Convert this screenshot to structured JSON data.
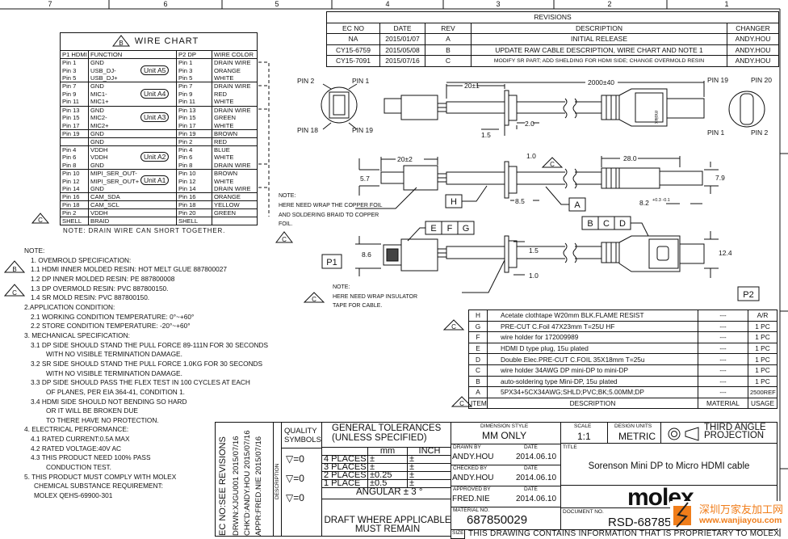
{
  "zones": {
    "top": [
      "7",
      "6",
      "5",
      "4",
      "3",
      "2",
      "1"
    ]
  },
  "revisions": {
    "title": "REVISIONS",
    "headers": [
      "EC NO",
      "DATE",
      "REV",
      "DESCRIPTION",
      "CHANGER"
    ],
    "rows": [
      [
        "NA",
        "2015/01/07",
        "A",
        "INITIAL RELEASE",
        "ANDY.HOU"
      ],
      [
        "CY15-6759",
        "2015/05/08",
        "B",
        "UPDATE RAW CABLE DESCRIPTION, WIRE CHART AND NOTE 1",
        "ANDY.HOU"
      ],
      [
        "CY15-7091",
        "2015/07/16",
        "C",
        "MODIFY SR PART; ADD SHELDING FOR HDMI SIDE; CHANGE OVERMOLD RESIN",
        "ANDY.HOU"
      ]
    ]
  },
  "wire_chart": {
    "title": "WIRE CHART",
    "rev_marker": "B",
    "headers": [
      "P1 HDMI",
      "FUNCTION",
      "P2 DP",
      "WIRE COLOR"
    ],
    "rows": [
      [
        "Pin 1",
        "GND",
        "Pin 1",
        "DRAIN WIRE"
      ],
      [
        "Pin 3",
        "USB_DJ-",
        "Pin 3",
        "ORANGE"
      ],
      [
        "Pin 5",
        "USB_DJ+",
        "Pin 5",
        "WHITE"
      ],
      [
        "Pin 7",
        "GND",
        "Pin 7",
        "DRAIN WIRE"
      ],
      [
        "Pin 9",
        "MIC1-",
        "Pin 9",
        "RED"
      ],
      [
        "Pin 11",
        "MIC1+",
        "Pin 11",
        "WHITE"
      ],
      [
        "Pin 13",
        "GND",
        "Pin 13",
        "DRAIN WIRE"
      ],
      [
        "Pin 15",
        "MIC2-",
        "Pin 15",
        "GREEN"
      ],
      [
        "Pin 17",
        "MIC2+",
        "Pin 17",
        "WHITE"
      ],
      [
        "Pin 19",
        "GND",
        "Pin 19",
        "BROWN"
      ],
      [
        "",
        "GND",
        "Pin 2",
        "RED"
      ],
      [
        "Pin 4",
        "VDDH",
        "Pin 4",
        "BLUE"
      ],
      [
        "Pin 6",
        "VDDH",
        "Pin 6",
        "WHITE"
      ],
      [
        "Pin 8",
        "GND",
        "Pin 8",
        "DRAIN WIRE"
      ],
      [
        "Pin 10",
        "MIPI_SER_OUT-",
        "Pin 10",
        "BROWN"
      ],
      [
        "Pin 12",
        "MIPI_SER_OUT+",
        "Pin 12",
        "WHITE"
      ],
      [
        "Pin 14",
        "GND",
        "Pin 14",
        "DRAIN WIRE"
      ],
      [
        "Pin 16",
        "CAM_SDA",
        "Pin 16",
        "ORANGE"
      ],
      [
        "Pin 18",
        "CAM_SCL",
        "Pin 18",
        "YELLOW"
      ],
      [
        "Pin 2",
        "VDDH",
        "Pin 20",
        "GREEN"
      ],
      [
        "SHELL",
        "BRAID",
        "SHELL",
        ""
      ]
    ],
    "units": [
      "Unit A5",
      "Unit A4",
      "Unit A3",
      "Unit A2",
      "Unit A1"
    ],
    "note": "NOTE: DRAIN WIRE CAN SHORT TOGETHER.",
    "rev_marker_note": "C"
  },
  "notes": [
    "NOTE:",
    "1. OVEMROLD SPECIFICATION:",
    "1.1 HDMI INNER MOLDED RESIN: HOT MELT GLUE 887800027",
    "1.2 DP INNER MOLDED RESIN: PE 887800008",
    "1.3 DP OVERMOLD RESIN: PVC 887800150.",
    "1.4 SR MOLD RESIN: PVC 887800150.",
    "2.APPLICATION CONDITION:",
    "2.1  WORKING CONDITION TEMPERATURE:   0°~+60°",
    "2.2  STORE CONDITION TEMPERATURE:   -20°~+60°",
    "3. MECHANICAL SPECIFICATION:",
    "3.1 DP SIDE SHOULD STAND THE PULL FORCE 89-111N FOR 30 SECONDS",
    "WITH NO VISIBLE TERMINATION DAMAGE.",
    "3.2 SR SIDE SHOULD STAND THE PULL FORCE 1.0KG FOR 30 SECONDS",
    "WITH NO VISIBLE TERMINATION DAMAGE.",
    "3.3 DP SIDE SHOULD PASS THE FLEX TEST IN 100 CYCLES AT EACH",
    "OF PLANES, PER EIA 364-41, CONDITION 1.",
    "3.4 HDMI SIDE SHOULD NOT BENDING SO HARD",
    "OR IT WILL BE BROKEN DUE",
    "TO THERE HAVE NO PROTECTION.",
    "4. ELECTRICAL PERFORMANCE:",
    "4.1 RATED CURRENT:0.5A MAX",
    "4.2 RATED VOLTAGE:40V AC",
    "4.3 THIS PRODUCT NEED 100% PASS",
    "CONDUCTION TEST.",
    "5. THIS PRODUCT MUST COMPLY WITH MOLEX",
    "CHEMICAL SUBSTANCE REQUIREMENT:",
    "MOLEX QEHS-69900-301"
  ],
  "notes_markers": [
    "B",
    "C"
  ],
  "drawing": {
    "pin_labels_hdmi": [
      "PIN 2",
      "PIN 1",
      "PIN 18",
      "PIN 19"
    ],
    "pin_labels_dp": [
      "PIN 19",
      "PIN 20",
      "PIN 1",
      "PIN 2"
    ],
    "dims": {
      "d20_1": "20±1",
      "d2000": "2000±40",
      "d1_5a": "1.5",
      "d2_0": "2.0",
      "d20_2": "20±2",
      "d5_7": "5.7",
      "d1_0a": "1.0",
      "d8_5": "8.5",
      "d28": "28.0",
      "d7_9": "7.9",
      "d8_2": "8.2",
      "d8_2_tol": "+0.3 -0.1",
      "d8_6": "8.6",
      "d1_5b": "1.5",
      "d1_0b": "1.0",
      "d12_4": "12.4"
    },
    "callouts": [
      "H",
      "A",
      "E",
      "F",
      "G",
      "B",
      "C",
      "D"
    ],
    "rev_markers": [
      "C",
      "C",
      "C"
    ],
    "note1": [
      "NOTE:",
      "HERE NEED WRAP THE COPPER FOIL",
      "AND SOLDERING BRAID TO COPPER",
      "FOIL."
    ],
    "note2": [
      "NOTE:",
      "HERE NEED WRAP INSULATOR",
      "TAPE FOR CABLE."
    ],
    "p1": "P1",
    "p2": "P2",
    "brand_on_plug": "molex"
  },
  "bom": {
    "rows": [
      [
        "H",
        "Acetate clothtape W20mm BLK.FLAME RESIST",
        "---",
        "A/R"
      ],
      [
        "G",
        "PRE-CUT C.Foil 47X23mm T=25U HF",
        "---",
        "1 PC"
      ],
      [
        "F",
        "wire holder for 172009989",
        "---",
        "1 PC"
      ],
      [
        "E",
        "HDMI D type plug, 15u plated",
        "---",
        "1 PC"
      ],
      [
        "D",
        "Double Elec.PRE-CUT C.FOIL 35X18mm T=25u",
        "---",
        "1 PC"
      ],
      [
        "C",
        "wire holder 34AWG DP mini-DP to mini-DP",
        "---",
        "1 PC"
      ],
      [
        "B",
        "auto-soldering type Mini-DP, 15u plated",
        "---",
        "1 PC"
      ],
      [
        "A",
        "5PX34+5CX34AWG;SHLD;PVC;BK;5.00MM;DP",
        "---",
        "2500REF"
      ]
    ],
    "headers": [
      "ITEM",
      "DESCRIPTION",
      "MATERIAL",
      "USAGE"
    ],
    "markers": [
      "C",
      "C"
    ]
  },
  "title_block": {
    "strip": [
      "EC NO:SEE REVISIONS",
      "DRWN:XJGU001    2015/07/16",
      "CHK'D:ANDY.HOU  2015/07/16",
      "APPR:FRED.NIE   2015/07/16",
      "DESCRIPTION"
    ],
    "quality": "QUALITY SYMBOLS",
    "quality_vals": [
      "=0",
      "=0",
      "=0"
    ],
    "tol_title": "GENERAL TOLERANCES",
    "tol_sub": "(UNLESS SPECIFIED)",
    "tol_headers": [
      "mm",
      "INCH"
    ],
    "tol_rows": [
      [
        "4 PLACES",
        "±",
        "±"
      ],
      [
        "3 PLACES",
        "±",
        "±"
      ],
      [
        "2 PLACES",
        "±0.25",
        "±"
      ],
      [
        "1 PLACE",
        "±0.5",
        "±"
      ]
    ],
    "angular": "ANGULAR ± 3 °",
    "draft": "DRAFT WHERE APPLICABLE MUST REMAIN",
    "dim_style_label": "DIMENSION STYLE",
    "dim_style": "MM ONLY",
    "drawn_label": "DRAWN BY",
    "drawn": "ANDY.HOU",
    "checked_label": "CHECKED BY",
    "checked": "ANDY.HOU",
    "approved_label": "APPROVED BY",
    "approved": "FRED.NIE",
    "date_label": "DATE",
    "date": "2014.06.10",
    "scale_label": "SCALE",
    "scale": "1:1",
    "units_label": "DESIGN UNITS",
    "units": "METRIC",
    "projection": "THIRD ANGLE PROJECTION",
    "title_label": "TITLE",
    "title": "Sorenson Mini DP to Micro HDMI cable",
    "company": "molex",
    "material_label": "MATERIAL NO.",
    "material": "687850029",
    "document_label": "DOCUMENT NO.",
    "document": "RSD-68785",
    "size_label": "SIZE",
    "proprietary": "THIS DRAWING CONTAINS INFORMATION THAT IS PROPRIETARY TO MOLEX"
  },
  "watermark": {
    "cn": "深圳万家友加工网",
    "url": "www.wanjiayou.com",
    "color": "#f07d1a"
  }
}
